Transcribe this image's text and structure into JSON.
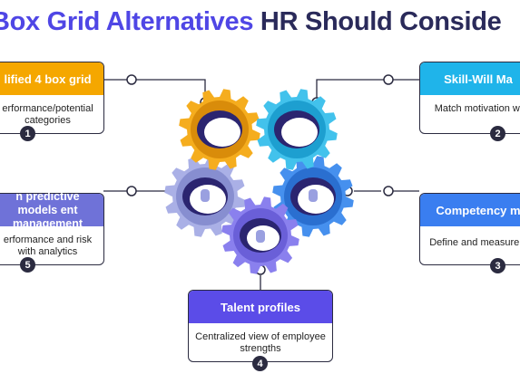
{
  "title": {
    "part1": "Box Grid Alternatives",
    "part2": "HR Should Conside"
  },
  "cards": [
    {
      "number": "1",
      "heading": "lified 4 box grid",
      "description": "erformance/potential categories",
      "color": "#f5a700"
    },
    {
      "number": "2",
      "heading": "Skill-Will Ma",
      "description": "Match motivation wi",
      "color": "#1fb4ea"
    },
    {
      "number": "3",
      "heading": "Competency m",
      "description": "Define and measure c",
      "color": "#3a7ef0"
    },
    {
      "number": "4",
      "heading": "Talent profiles",
      "description": "Centralized view of employee strengths",
      "color": "#5b4ce8"
    },
    {
      "number": "5",
      "heading": "n predictive models ent management",
      "description": "erformance and risk with analytics",
      "color": "#6f72d8"
    }
  ],
  "gears": [
    {
      "name": "gear-yellow",
      "color": "#f5ad1e",
      "dark": "#d98c0a"
    },
    {
      "name": "gear-cyan",
      "color": "#42c2ec",
      "dark": "#1d9fd0"
    },
    {
      "name": "gear-blue",
      "color": "#4690ee",
      "dark": "#2a6fd0"
    },
    {
      "name": "gear-indigo",
      "color": "#8a80ee",
      "dark": "#6a5fd8"
    },
    {
      "name": "gear-lavender",
      "color": "#aab0e6",
      "dark": "#878ed0"
    }
  ]
}
